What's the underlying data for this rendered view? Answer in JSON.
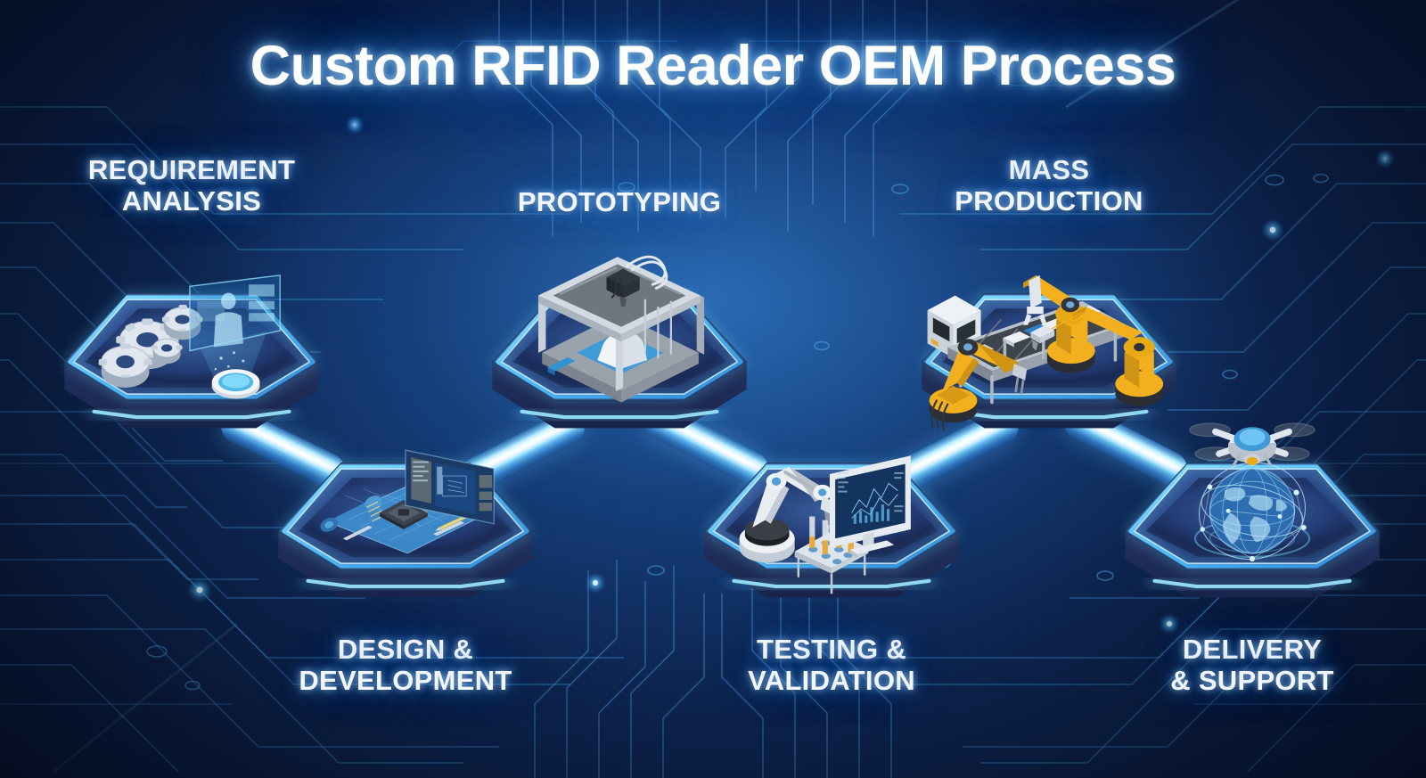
{
  "header": {
    "title": "Custom RFID Reader OEM Process"
  },
  "theme": {
    "background_deep": "#061029",
    "background_mid": "#0d2550",
    "background_center": "#13376e",
    "trace_color": "#2f7fc8",
    "glow_cyan": "#6fd8ff",
    "glow_core": "#ffffff",
    "hex_top": "#2a4a86",
    "hex_top_dark": "#1d3568",
    "hex_side": "#26376b",
    "caption_color": "#f2f7ff",
    "robot_yellow": "#f2b01e",
    "metal_light": "#e7ecf2",
    "metal_mid": "#aab6c4"
  },
  "process": {
    "steps": [
      {
        "id": "requirement-analysis",
        "index": 1,
        "label": "REQUIREMENT\nANALYSIS",
        "label_position": "above",
        "icon_name": "gears-hologram-icon",
        "icon_description": "Isometric gears with holographic projector display"
      },
      {
        "id": "design-development",
        "index": 2,
        "label": "DESIGN &\nDEVELOPMENT",
        "label_position": "below",
        "icon_name": "blueprint-microchip-icon",
        "icon_description": "Blueprint roll with microchip and CAD monitor"
      },
      {
        "id": "prototyping",
        "index": 3,
        "label": "PROTOTYPING",
        "label_position": "above",
        "icon_name": "3d-printer-icon",
        "icon_description": "Isometric 3D printer producing a white part"
      },
      {
        "id": "testing-validation",
        "index": 4,
        "label": "TESTING &\nVALIDATION",
        "label_position": "below",
        "icon_name": "robot-arm-lab-icon",
        "icon_description": "Robotic arm, sample rack and analysis monitor"
      },
      {
        "id": "mass-production",
        "index": 5,
        "label": "MASS\nPRODUCTION",
        "label_position": "above",
        "icon_name": "assembly-line-icon",
        "icon_description": "Two yellow robot arms over a conveyor assembly line"
      },
      {
        "id": "delivery-support",
        "index": 6,
        "label": "DELIVERY\n& SUPPORT",
        "label_position": "below",
        "icon_name": "drone-globe-icon",
        "icon_description": "Delivery drone above a holographic network globe"
      }
    ],
    "connectors": [
      {
        "id": "connector-1-2",
        "from": "requirement-analysis",
        "to": "design-development",
        "direction": "down-right"
      },
      {
        "id": "connector-2-3",
        "from": "design-development",
        "to": "prototyping",
        "direction": "up-right"
      },
      {
        "id": "connector-3-4",
        "from": "prototyping",
        "to": "testing-validation",
        "direction": "down-right"
      },
      {
        "id": "connector-4-5",
        "from": "testing-validation",
        "to": "mass-production",
        "direction": "up-right"
      },
      {
        "id": "connector-5-6",
        "from": "mass-production",
        "to": "delivery-support",
        "direction": "down-right"
      }
    ]
  }
}
